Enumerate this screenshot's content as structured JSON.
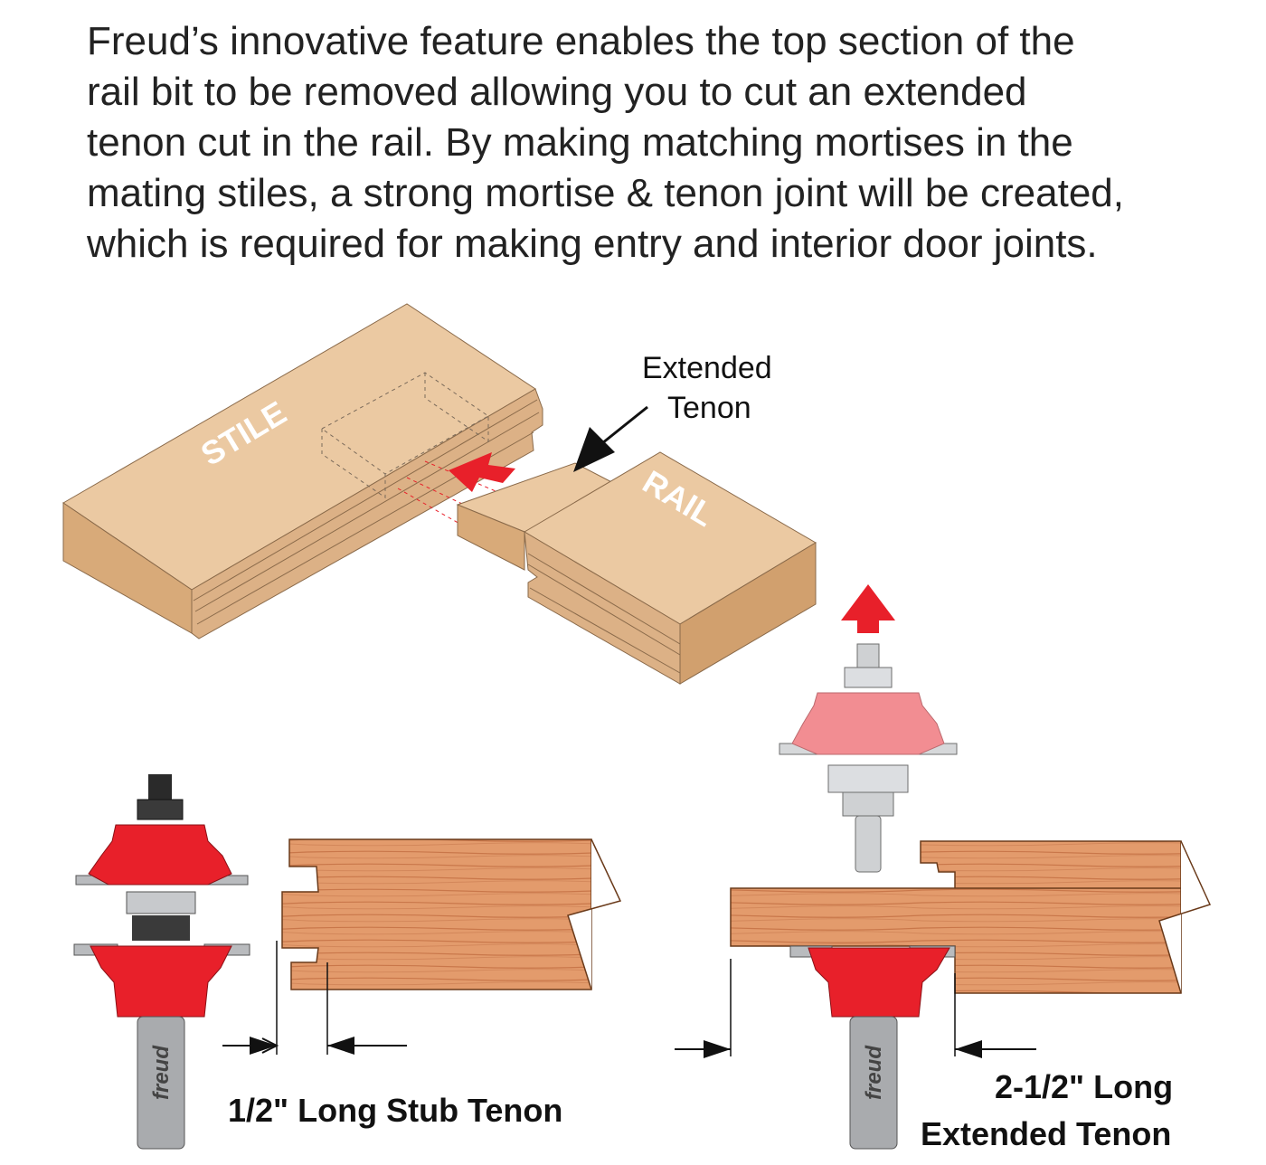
{
  "intro": {
    "lines": [
      "Freud’s innovative feature enables the top section of the",
      "rail bit to be removed allowing you to cut an extended",
      "tenon cut in the rail. By making matching mortises in the",
      "mating stiles, a strong mortise & tenon joint will be created,",
      "which is required for making entry and interior door joints."
    ]
  },
  "joint": {
    "stile_label": "STILE",
    "rail_label": "RAIL",
    "callout_line1": "Extended",
    "callout_line2": "Tenon"
  },
  "left_panel": {
    "caption": "1/2\" Long Stub Tenon",
    "brand": "freud"
  },
  "right_panel": {
    "caption_line1": "2-1/2\" Long",
    "caption_line2": "Extended Tenon",
    "brand": "freud"
  },
  "colors": {
    "wood": "#e2b98c",
    "wood_side": "#d1a06e",
    "wood_top": "#ebc9a2",
    "cutter_red": "#e8202a",
    "arrow_red": "#e8202a",
    "steel": "#a9abae",
    "timber": "#e0966a"
  }
}
